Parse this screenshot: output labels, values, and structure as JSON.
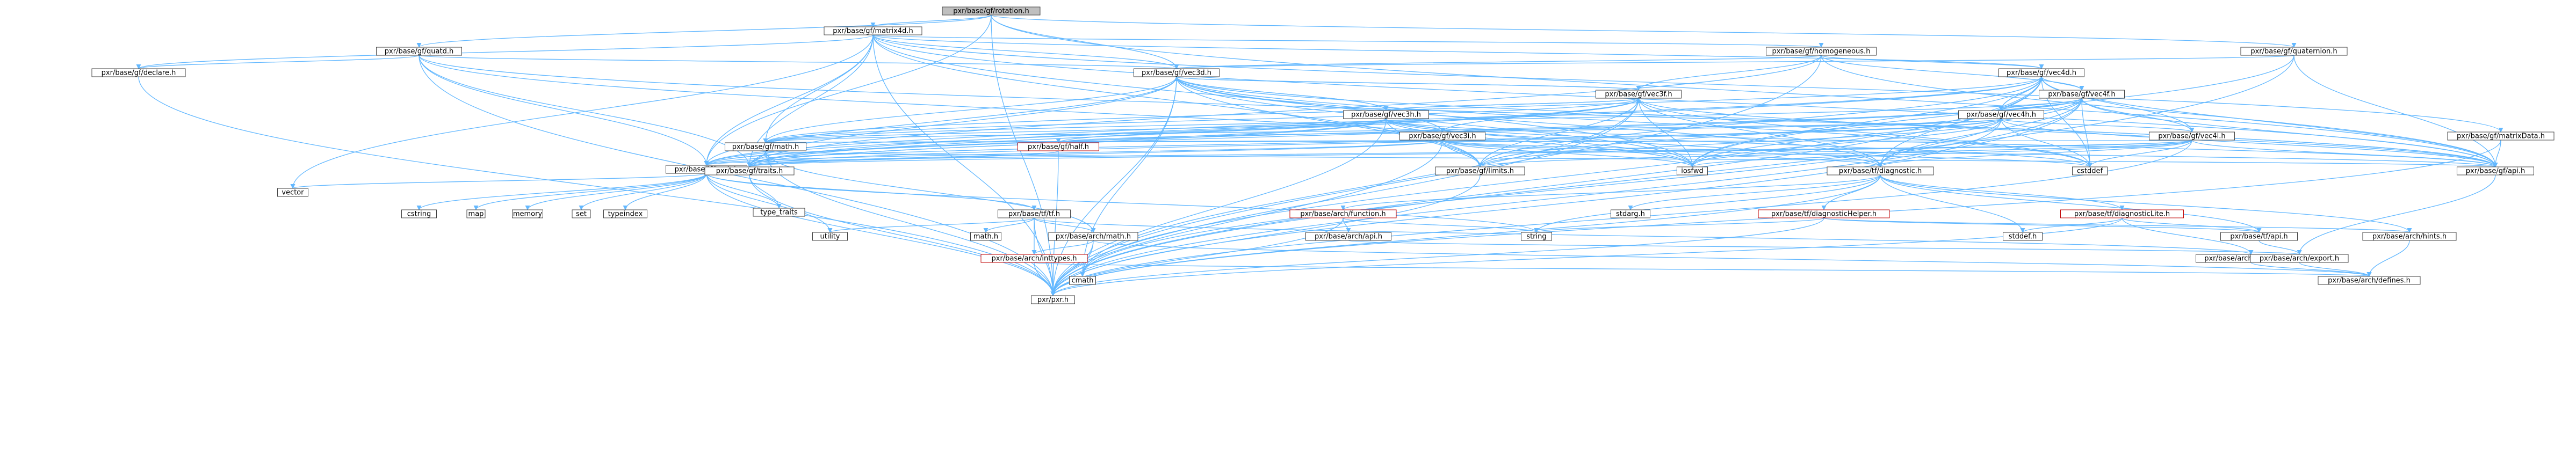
{
  "colors": {
    "edge": "#63b8ff",
    "node_border": "#404040",
    "node_fill": "#ffffff",
    "current_fill": "#bfbfbf",
    "link_red_border": "#bf0000"
  },
  "nodes": [
    {
      "id": "rotation",
      "label": "pxr/base/gf/rotation.h",
      "style": "current"
    },
    {
      "id": "matrix4d",
      "label": "pxr/base/gf/matrix4d.h",
      "style": "normal"
    },
    {
      "id": "quatd",
      "label": "pxr/base/gf/quatd.h",
      "style": "normal"
    },
    {
      "id": "homogeneous",
      "label": "pxr/base/gf/homogeneous.h",
      "style": "normal"
    },
    {
      "id": "quaternion",
      "label": "pxr/base/gf/quaternion.h",
      "style": "normal"
    },
    {
      "id": "declare",
      "label": "pxr/base/gf/declare.h",
      "style": "normal"
    },
    {
      "id": "vec3d",
      "label": "pxr/base/gf/vec3d.h",
      "style": "normal"
    },
    {
      "id": "vec4d",
      "label": "pxr/base/gf/vec4d.h",
      "style": "normal"
    },
    {
      "id": "vec3f",
      "label": "pxr/base/gf/vec3f.h",
      "style": "normal"
    },
    {
      "id": "vec4f",
      "label": "pxr/base/gf/vec4f.h",
      "style": "normal"
    },
    {
      "id": "vec3h",
      "label": "pxr/base/gf/vec3h.h",
      "style": "normal"
    },
    {
      "id": "vec4h",
      "label": "pxr/base/gf/vec4h.h",
      "style": "normal"
    },
    {
      "id": "vec4i",
      "label": "pxr/base/gf/vec4i.h",
      "style": "normal"
    },
    {
      "id": "vec3i",
      "label": "pxr/base/gf/vec3i.h",
      "style": "normal"
    },
    {
      "id": "matrixData",
      "label": "pxr/base/gf/matrixData.h",
      "style": "normal"
    },
    {
      "id": "gfmath",
      "label": "pxr/base/gf/math.h",
      "style": "normal"
    },
    {
      "id": "half",
      "label": "pxr/base/gf/half.h",
      "style": "red"
    },
    {
      "id": "hash",
      "label": "pxr/base/tf/hash.h",
      "style": "normal"
    },
    {
      "id": "traits",
      "label": "pxr/base/gf/traits.h",
      "style": "normal"
    },
    {
      "id": "limits",
      "label": "pxr/base/gf/limits.h",
      "style": "normal"
    },
    {
      "id": "gfapi",
      "label": "pxr/base/gf/api.h",
      "style": "normal"
    },
    {
      "id": "diagnostic",
      "label": "pxr/base/tf/diagnostic.h",
      "style": "normal"
    },
    {
      "id": "tf",
      "label": "pxr/base/tf/tf.h",
      "style": "normal"
    },
    {
      "id": "diagnosticHelper",
      "label": "pxr/base/tf/diagnosticHelper.h",
      "style": "red"
    },
    {
      "id": "diagnosticLite",
      "label": "pxr/base/tf/diagnosticLite.h",
      "style": "red"
    },
    {
      "id": "archFunction",
      "label": "pxr/base/arch/function.h",
      "style": "red"
    },
    {
      "id": "archMath",
      "label": "pxr/base/arch/math.h",
      "style": "normal"
    },
    {
      "id": "archInttypes",
      "label": "pxr/base/arch/inttypes.h",
      "style": "red"
    },
    {
      "id": "archApi",
      "label": "pxr/base/arch/api.h",
      "style": "normal"
    },
    {
      "id": "tfapi",
      "label": "pxr/base/tf/api.h",
      "style": "normal"
    },
    {
      "id": "archHints",
      "label": "pxr/base/arch/hints.h",
      "style": "normal"
    },
    {
      "id": "archBuildMode",
      "label": "pxr/base/arch/buildMode.h",
      "style": "normal"
    },
    {
      "id": "archExport",
      "label": "pxr/base/arch/export.h",
      "style": "normal"
    },
    {
      "id": "archDefines",
      "label": "pxr/base/arch/defines.h",
      "style": "normal"
    },
    {
      "id": "pxr",
      "label": "pxr/pxr.h",
      "style": "normal"
    },
    {
      "id": "cstddef",
      "label": "cstddef",
      "style": "normal"
    },
    {
      "id": "cmath",
      "label": "cmath",
      "style": "normal"
    },
    {
      "id": "iosfwd",
      "label": "iosfwd",
      "style": "normal"
    },
    {
      "id": "vector",
      "label": "vector",
      "style": "normal"
    },
    {
      "id": "cstring",
      "label": "cstring",
      "style": "normal"
    },
    {
      "id": "map",
      "label": "map",
      "style": "normal"
    },
    {
      "id": "memory",
      "label": "memory",
      "style": "normal"
    },
    {
      "id": "set",
      "label": "set",
      "style": "normal"
    },
    {
      "id": "typeindex",
      "label": "typeindex",
      "style": "normal"
    },
    {
      "id": "type_traits",
      "label": "type_traits",
      "style": "normal"
    },
    {
      "id": "utility",
      "label": "utility",
      "style": "normal"
    },
    {
      "id": "string",
      "label": "string",
      "style": "normal"
    },
    {
      "id": "stdarg",
      "label": "stdarg.h",
      "style": "normal"
    },
    {
      "id": "stddef",
      "label": "stddef.h",
      "style": "normal"
    },
    {
      "id": "mathh",
      "label": "math.h",
      "style": "normal"
    }
  ],
  "edges": [
    [
      "rotation",
      "pxr"
    ],
    [
      "rotation",
      "matrix4d"
    ],
    [
      "rotation",
      "quatd"
    ],
    [
      "rotation",
      "quaternion"
    ],
    [
      "rotation",
      "vec3d"
    ],
    [
      "rotation",
      "gfapi"
    ],
    [
      "rotation",
      "hash"
    ],
    [
      "matrix4d",
      "pxr"
    ],
    [
      "matrix4d",
      "gfapi"
    ],
    [
      "matrix4d",
      "declare"
    ],
    [
      "matrix4d",
      "matrixData"
    ],
    [
      "matrix4d",
      "vec4d"
    ],
    [
      "matrix4d",
      "traits"
    ],
    [
      "matrix4d",
      "homogeneous"
    ],
    [
      "matrix4d",
      "limits"
    ],
    [
      "matrix4d",
      "gfmath"
    ],
    [
      "matrix4d",
      "vec3d"
    ],
    [
      "matrix4d",
      "hash"
    ],
    [
      "matrix4d",
      "iosfwd"
    ],
    [
      "matrix4d",
      "vector"
    ],
    [
      "quatd",
      "pxr"
    ],
    [
      "quatd",
      "gfapi"
    ],
    [
      "quatd",
      "declare"
    ],
    [
      "quatd",
      "vec3d"
    ],
    [
      "quatd",
      "traits"
    ],
    [
      "quatd",
      "hash"
    ],
    [
      "quatd",
      "iosfwd"
    ],
    [
      "homogeneous",
      "pxr"
    ],
    [
      "homogeneous",
      "gfapi"
    ],
    [
      "homogeneous",
      "vec3d"
    ],
    [
      "homogeneous",
      "vec4d"
    ],
    [
      "homogeneous",
      "vec3f"
    ],
    [
      "homogeneous",
      "vec4f"
    ],
    [
      "homogeneous",
      "traits"
    ],
    [
      "quaternion",
      "pxr"
    ],
    [
      "quaternion",
      "gfapi"
    ],
    [
      "quaternion",
      "vec3d"
    ],
    [
      "quaternion",
      "iosfwd"
    ],
    [
      "declare",
      "pxr"
    ],
    [
      "vec3d",
      "pxr"
    ],
    [
      "vec3d",
      "diagnostic"
    ],
    [
      "vec3d",
      "gfapi"
    ],
    [
      "vec3d",
      "limits"
    ],
    [
      "vec3d",
      "traits"
    ],
    [
      "vec3d",
      "gfmath"
    ],
    [
      "vec3d",
      "hash"
    ],
    [
      "vec3d",
      "cstddef"
    ],
    [
      "vec3d",
      "cmath"
    ],
    [
      "vec3d",
      "iosfwd"
    ],
    [
      "vec3d",
      "vec3f"
    ],
    [
      "vec3d",
      "vec3h"
    ],
    [
      "vec3d",
      "vec3i"
    ],
    [
      "vec4d",
      "pxr"
    ],
    [
      "vec4d",
      "diagnostic"
    ],
    [
      "vec4d",
      "gfapi"
    ],
    [
      "vec4d",
      "limits"
    ],
    [
      "vec4d",
      "traits"
    ],
    [
      "vec4d",
      "gfmath"
    ],
    [
      "vec4d",
      "hash"
    ],
    [
      "vec4d",
      "cstddef"
    ],
    [
      "vec4d",
      "cmath"
    ],
    [
      "vec4d",
      "iosfwd"
    ],
    [
      "vec4d",
      "vec4f"
    ],
    [
      "vec4d",
      "vec4h"
    ],
    [
      "vec4d",
      "vec4i"
    ],
    [
      "vec3f",
      "pxr"
    ],
    [
      "vec3f",
      "diagnostic"
    ],
    [
      "vec3f",
      "gfapi"
    ],
    [
      "vec3f",
      "limits"
    ],
    [
      "vec3f",
      "traits"
    ],
    [
      "vec3f",
      "gfmath"
    ],
    [
      "vec3f",
      "hash"
    ],
    [
      "vec3f",
      "cstddef"
    ],
    [
      "vec3f",
      "cmath"
    ],
    [
      "vec3f",
      "iosfwd"
    ],
    [
      "vec3f",
      "vec3d"
    ],
    [
      "vec3f",
      "vec3h"
    ],
    [
      "vec3f",
      "vec3i"
    ],
    [
      "vec4f",
      "pxr"
    ],
    [
      "vec4f",
      "diagnostic"
    ],
    [
      "vec4f",
      "gfapi"
    ],
    [
      "vec4f",
      "limits"
    ],
    [
      "vec4f",
      "traits"
    ],
    [
      "vec4f",
      "gfmath"
    ],
    [
      "vec4f",
      "hash"
    ],
    [
      "vec4f",
      "cstddef"
    ],
    [
      "vec4f",
      "cmath"
    ],
    [
      "vec4f",
      "iosfwd"
    ],
    [
      "vec4f",
      "vec4d"
    ],
    [
      "vec4f",
      "vec4h"
    ],
    [
      "vec4f",
      "vec4i"
    ],
    [
      "vec3h",
      "pxr"
    ],
    [
      "vec3h",
      "diagnostic"
    ],
    [
      "vec3h",
      "gfapi"
    ],
    [
      "vec3h",
      "limits"
    ],
    [
      "vec3h",
      "traits"
    ],
    [
      "vec3h",
      "gfmath"
    ],
    [
      "vec3h",
      "half"
    ],
    [
      "vec3h",
      "hash"
    ],
    [
      "vec3h",
      "cstddef"
    ],
    [
      "vec3h",
      "iosfwd"
    ],
    [
      "vec3h",
      "vec3d"
    ],
    [
      "vec3h",
      "vec3f"
    ],
    [
      "vec3h",
      "vec3i"
    ],
    [
      "vec4h",
      "pxr"
    ],
    [
      "vec4h",
      "diagnostic"
    ],
    [
      "vec4h",
      "gfapi"
    ],
    [
      "vec4h",
      "limits"
    ],
    [
      "vec4h",
      "traits"
    ],
    [
      "vec4h",
      "gfmath"
    ],
    [
      "vec4h",
      "half"
    ],
    [
      "vec4h",
      "hash"
    ],
    [
      "vec4h",
      "cstddef"
    ],
    [
      "vec4h",
      "iosfwd"
    ],
    [
      "vec4h",
      "vec4d"
    ],
    [
      "vec4h",
      "vec4f"
    ],
    [
      "vec4h",
      "vec4i"
    ],
    [
      "vec4i",
      "pxr"
    ],
    [
      "vec4i",
      "diagnostic"
    ],
    [
      "vec4i",
      "gfapi"
    ],
    [
      "vec4i",
      "limits"
    ],
    [
      "vec4i",
      "traits"
    ],
    [
      "vec4i",
      "gfmath"
    ],
    [
      "vec4i",
      "hash"
    ],
    [
      "vec4i",
      "cstddef"
    ],
    [
      "vec4i",
      "iosfwd"
    ],
    [
      "vec3i",
      "pxr"
    ],
    [
      "vec3i",
      "diagnostic"
    ],
    [
      "vec3i",
      "gfapi"
    ],
    [
      "vec3i",
      "limits"
    ],
    [
      "vec3i",
      "traits"
    ],
    [
      "vec3i",
      "gfmath"
    ],
    [
      "vec3i",
      "hash"
    ],
    [
      "vec3i",
      "cstddef"
    ],
    [
      "vec3i",
      "iosfwd"
    ],
    [
      "matrixData",
      "pxr"
    ],
    [
      "matrixData",
      "gfapi"
    ],
    [
      "gfmath",
      "pxr"
    ],
    [
      "gfmath",
      "archMath"
    ],
    [
      "gfmath",
      "gfapi"
    ],
    [
      "gfmath",
      "traits"
    ],
    [
      "half",
      "pxr"
    ],
    [
      "half",
      "traits"
    ],
    [
      "traits",
      "pxr"
    ],
    [
      "traits",
      "type_traits"
    ],
    [
      "limits",
      "pxr"
    ],
    [
      "gfapi",
      "archExport"
    ],
    [
      "hash",
      "pxr"
    ],
    [
      "hash",
      "tf"
    ],
    [
      "hash",
      "cstring"
    ],
    [
      "hash",
      "string"
    ],
    [
      "hash",
      "map"
    ],
    [
      "hash",
      "memory"
    ],
    [
      "hash",
      "set"
    ],
    [
      "hash",
      "typeindex"
    ],
    [
      "hash",
      "type_traits"
    ],
    [
      "hash",
      "utility"
    ],
    [
      "hash",
      "vector"
    ],
    [
      "tf",
      "pxr"
    ],
    [
      "tf",
      "archBuildMode"
    ],
    [
      "tf",
      "archMath"
    ],
    [
      "tf",
      "archInttypes"
    ],
    [
      "tf",
      "utility"
    ],
    [
      "tf",
      "mathh"
    ],
    [
      "diagnostic",
      "pxr"
    ],
    [
      "diagnostic",
      "tfapi"
    ],
    [
      "diagnostic",
      "diagnosticHelper"
    ],
    [
      "diagnostic",
      "diagnosticLite"
    ],
    [
      "diagnostic",
      "archFunction"
    ],
    [
      "diagnostic",
      "archHints"
    ],
    [
      "diagnostic",
      "stddef"
    ],
    [
      "diagnostic",
      "stdarg"
    ],
    [
      "diagnostic",
      "string"
    ],
    [
      "diagnosticHelper",
      "pxr"
    ],
    [
      "diagnosticHelper",
      "tfapi"
    ],
    [
      "diagnosticHelper",
      "archHints"
    ],
    [
      "diagnosticHelper",
      "string"
    ],
    [
      "diagnosticLite",
      "pxr"
    ],
    [
      "diagnosticLite",
      "tfapi"
    ],
    [
      "diagnosticLite",
      "archBuildMode"
    ],
    [
      "diagnosticLite",
      "stddef"
    ],
    [
      "archFunction",
      "pxr"
    ],
    [
      "archFunction",
      "archApi"
    ],
    [
      "archFunction",
      "string"
    ],
    [
      "archApi",
      "archExport"
    ],
    [
      "tfapi",
      "archExport"
    ],
    [
      "archHints",
      "archDefines"
    ],
    [
      "archBuildMode",
      "archDefines"
    ],
    [
      "archExport",
      "archDefines"
    ],
    [
      "archMath",
      "pxr"
    ],
    [
      "archMath",
      "archDefines"
    ],
    [
      "archMath",
      "archInttypes"
    ],
    [
      "archMath",
      "cmath"
    ],
    [
      "archInttypes",
      "pxr"
    ],
    [
      "archInttypes",
      "archDefines"
    ]
  ]
}
